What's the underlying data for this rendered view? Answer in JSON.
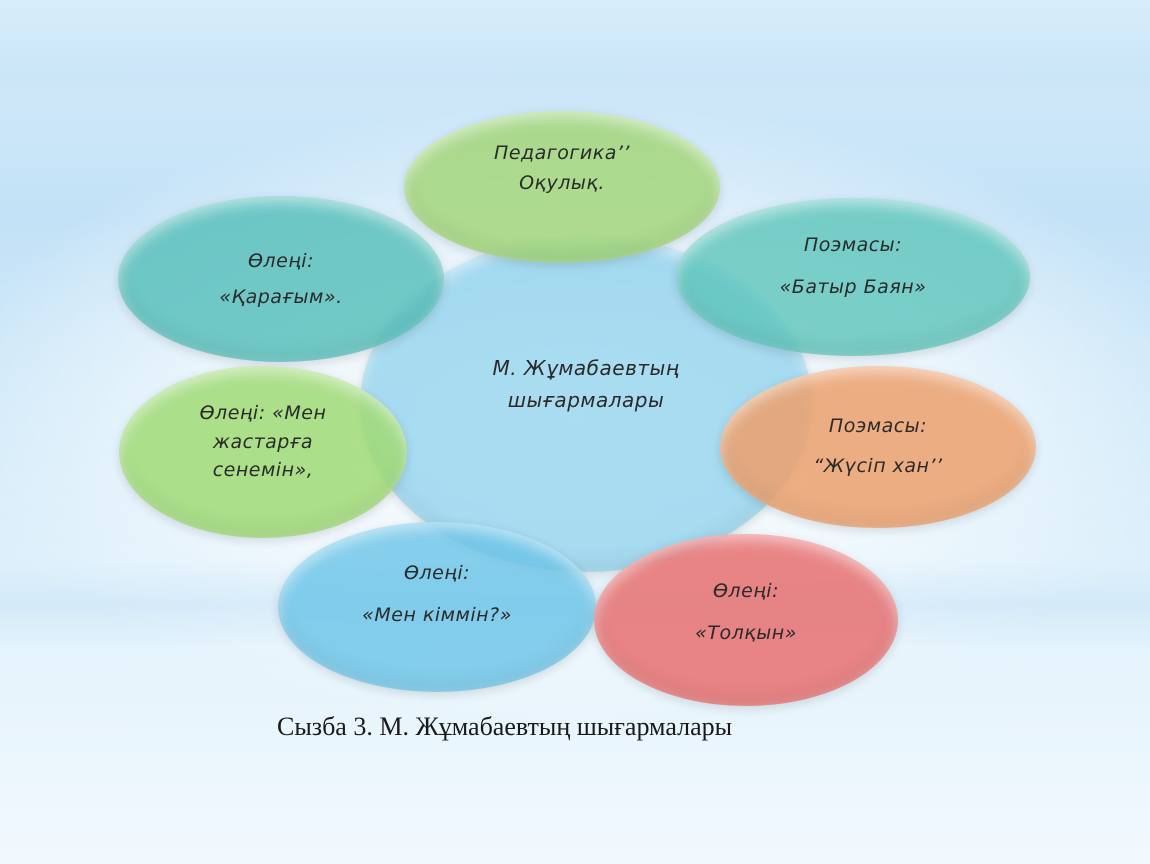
{
  "diagram": {
    "center": "М. Жұмабаевтың\nшығармалары",
    "nodes": {
      "top": "Педагогика’’\nОқулық.",
      "top_left": "Өлеңі:\n«Қарағым».",
      "top_right": "Поэмасы:\n«Батыр Баян»",
      "left": "Өлеңі: «Мен\nжастарға\nсенемін»,",
      "right": "Поэмасы:\n“Жүсіп  хан’’",
      "bottom_left": "Өлеңі:\n«Мен кіммін?»",
      "bottom_right": "Өлеңі:\n«Толқын»"
    },
    "colors": {
      "center": "#78c8e8",
      "top": "#a3d67a",
      "top_left": "#56beba",
      "top_right": "#5cc4ba",
      "left": "#a0da76",
      "right": "#eca06c",
      "bottom_left": "#6cc4e8",
      "bottom_right": "#e87070"
    }
  },
  "caption": "Сызба 3. М. Жұмабаевтың шығармалары"
}
